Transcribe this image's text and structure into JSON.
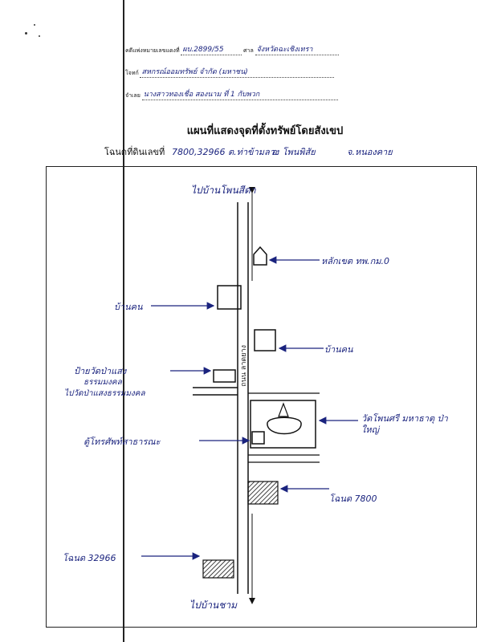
{
  "header": {
    "row1": {
      "label": "คดีแพ่งหมายเลขแดงที่",
      "value": "ผบ.2899/55",
      "label2": "ศาล",
      "value2": "จังหวัดฉะเชิงเทรา"
    },
    "row2": {
      "label": "โจทก์",
      "value": "สหกรณ์ออมทรัพย์ จำกัด (มหาชน)"
    },
    "row3": {
      "label": "จำเลย",
      "value": "นางสาวทองเชื่อ สองนาม ที่ 1 กับพวก"
    }
  },
  "map_title": "แผนที่แสดงจุดที่ตั้งทรัพย์โดยสังเขป",
  "subtitle": {
    "label": "โฉนดที่ดินเลขที่",
    "deeds": "7800,32966 ต.ท่าข้ามลาง",
    "district": "อ. โพนพิสัย",
    "province": "จ.หนองคาย"
  },
  "map_labels": {
    "north_road": "ไปบ้านโพนสีดา",
    "south_road": "ไปบ้านชาม",
    "km_post": "หลักเขต ทพ.กม.0",
    "house_left": "บ้านคน",
    "house_right": "บ้านคน",
    "road_vertical": "ถนน ลาดยาง",
    "temple_sign": "ป้ายวัดป่าแสง",
    "temple_sign_2": "ธรรมมงคล",
    "temple_road": "ไปวัดป่าแสงธรรมมงคล",
    "temple": "วัดโพนศรี มหาธาตุ ป่าใหญ่",
    "phone_booth": "ตู้โทรศัพท์สาธารณะ",
    "deed_7800": "โฉนด 7800",
    "deed_32966": "โฉนด 32966"
  }
}
